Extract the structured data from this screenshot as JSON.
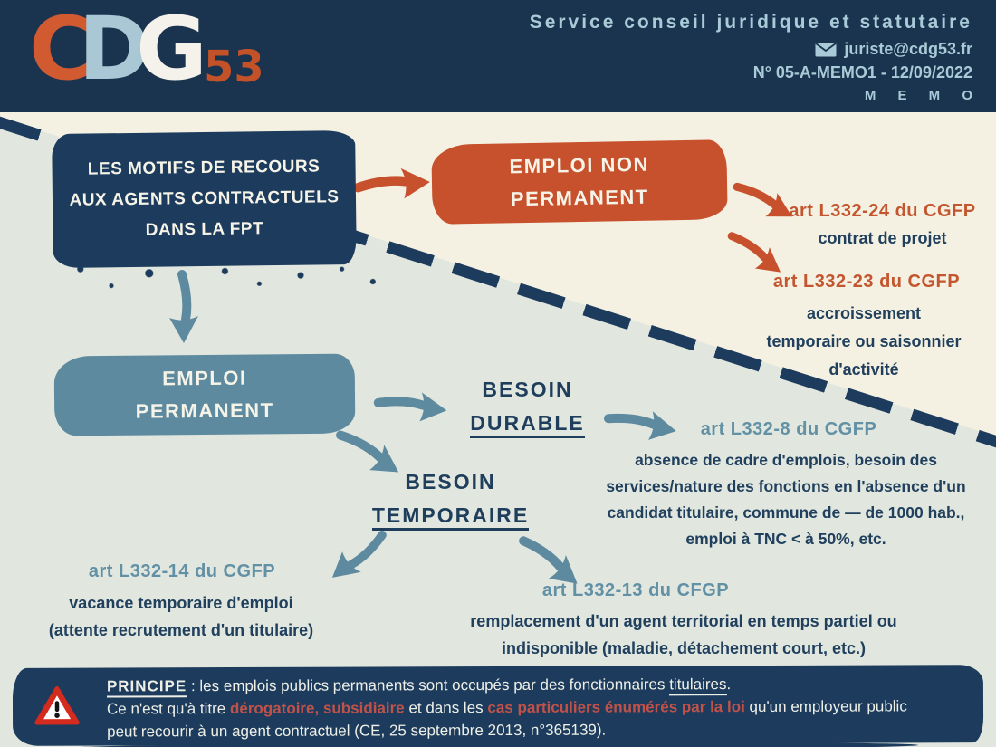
{
  "colors": {
    "header_navy": "#1a334f",
    "box_navy": "#1d3b5c",
    "text_navy": "#21405e",
    "orange": "#c7512d",
    "steel_blue": "#5e8aa0",
    "cream": "#f5f1e2",
    "gray_green": "#e1e7df",
    "header_text_blue": "#a9cbd7",
    "alert_red_text": "#c0524a",
    "warning_red": "#d42b1e"
  },
  "header": {
    "logo": {
      "c": "C",
      "d": "D",
      "g": "G",
      "number": "53"
    },
    "title": "Service conseil juridique et statutaire",
    "email": "juriste@cdg53.fr",
    "email_icon": "envelope-icon",
    "reference": "N° 05-A-MEMO1 - 12/09/2022",
    "memo": "M E M O"
  },
  "flowchart": {
    "root": {
      "lines": [
        "LES MOTIFS DE RECOURS",
        "AUX AGENTS CONTRACTUELS",
        "DANS LA FPT"
      ]
    },
    "non_permanent": {
      "label_lines": [
        "EMPLOI NON",
        "PERMANENT"
      ],
      "branches": [
        {
          "article": "art L332-24 du CGFP",
          "description_lines": [
            "contrat de projet"
          ]
        },
        {
          "article": "art L332-23 du CGFP",
          "description_lines": [
            "accroissement",
            "temporaire ou saisonnier",
            "d'activité"
          ]
        }
      ]
    },
    "permanent": {
      "label_lines": [
        "EMPLOI",
        "PERMANENT"
      ],
      "durable": {
        "title_top": "BESOIN",
        "title_underlined": "DURABLE",
        "article": "art L332-8 du CGFP",
        "description_lines": [
          "absence de cadre d'emplois, besoin des",
          "services/nature des fonctions en l'absence d'un",
          "candidat titulaire, commune de — de 1000 hab.,",
          "emploi à TNC < à 50%, etc."
        ]
      },
      "temporaire": {
        "title_top": "BESOIN",
        "title_underlined": "TEMPORAIRE",
        "left": {
          "article": "art L332-14 du CGFP",
          "description_lines": [
            "vacance temporaire d'emploi",
            "(attente recrutement d'un titulaire)"
          ]
        },
        "right": {
          "article": "art L332-13 du CFGP",
          "description_lines": [
            "remplacement d'un agent territorial en temps partiel ou",
            "indisponible (maladie, détachement court, etc.)"
          ]
        }
      }
    }
  },
  "principle": {
    "label": "PRINCIPE",
    "line1_mid": " : les emplois publics permanents sont occupés par des fonctionnaires ",
    "line1_underlined": "titulaires",
    "line1_end": ".",
    "line2_start": "Ce n'est qu'à titre ",
    "line2_red1": "dérogatoire, subsidiaire",
    "line2_mid": " et dans les ",
    "line2_red2": "cas particuliers énumérés par la loi",
    "line2_end": " qu'un employeur public",
    "line3": "peut recourir à un agent contractuel (CE, 25 septembre 2013, n°365139)."
  }
}
